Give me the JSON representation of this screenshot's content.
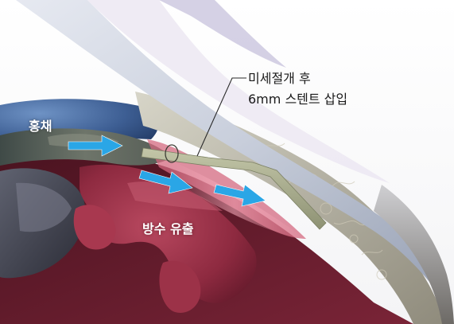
{
  "labels": {
    "stent_line1": "미세절개 후",
    "stent_line2": "6mm 스텐트 삽입",
    "iris": "홍채",
    "outflow": "방수 유출"
  },
  "colors": {
    "arrow": "#2aa6e6",
    "stent": "#a7ab8c",
    "iris_tissue": "#8e2a40",
    "cornea": "#c7cfde",
    "sclera": "#b8b4a6",
    "anterior_chamber": "#4d6fa6"
  }
}
